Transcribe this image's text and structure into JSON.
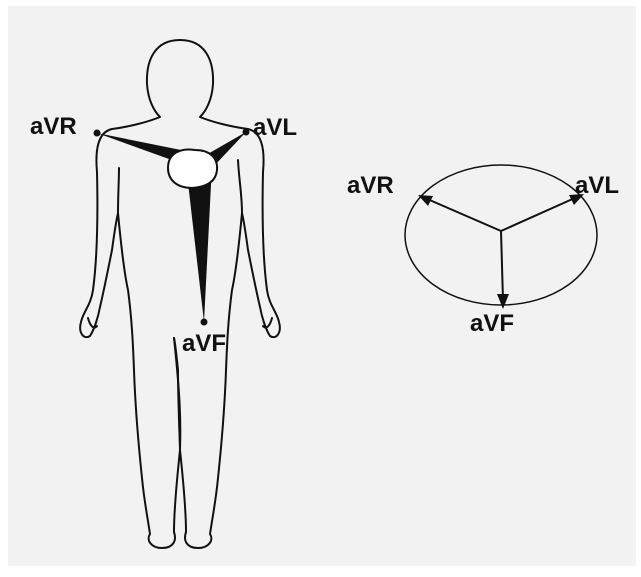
{
  "colors": {
    "background": "#f2f2f2",
    "line": "#111111",
    "fill": "#111111"
  },
  "body_figure": {
    "lead_right_label": "aVR",
    "lead_left_label": "aVL",
    "lead_foot_label": "aVF"
  },
  "axis_circle": {
    "lead_right_label": "aVR",
    "lead_left_label": "aVL",
    "lead_foot_label": "aVF"
  }
}
